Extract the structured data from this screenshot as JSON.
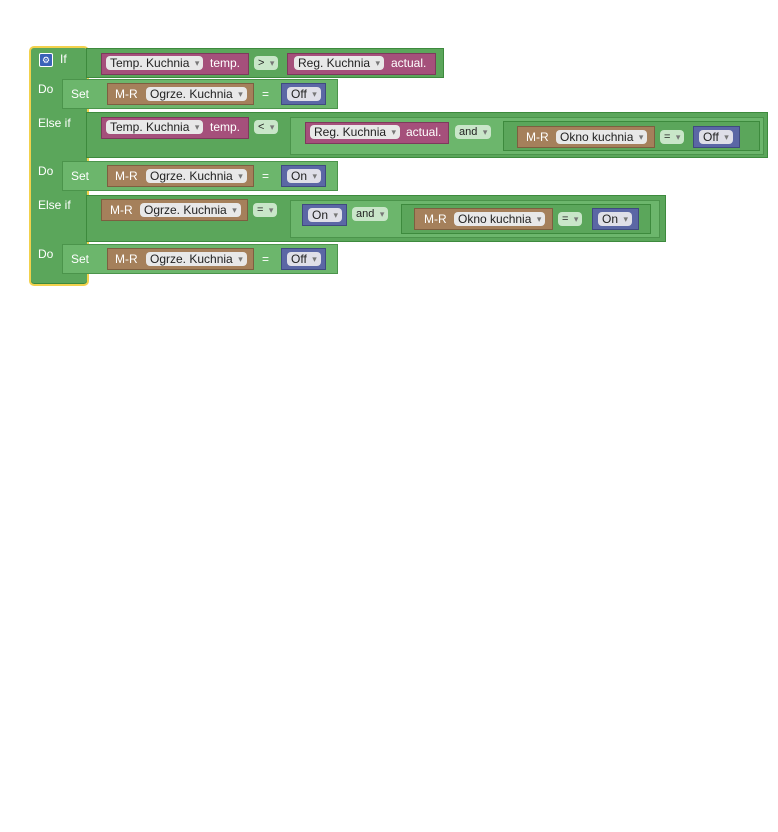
{
  "colors": {
    "control_block": "#5ba65b",
    "sensor_block": "#a5507b",
    "module_block": "#a5805b",
    "state_block": "#5b67a5",
    "selection_outline": "#f2d14c"
  },
  "icons": {
    "settings": "gear-icon"
  },
  "if_block": {
    "if_label": "If",
    "do_label": "Do",
    "else_if_label": "Else if",
    "branches": [
      {
        "condition": {
          "left_device": "Temp. Kuchnia",
          "left_attr": "temp.",
          "operator": ">",
          "right_device": "Reg. Kuchnia",
          "right_attr": "actual."
        },
        "action": {
          "set_label": "Set",
          "module_label": "M-R",
          "device": "Ogrze. Kuchnia",
          "eq": "=",
          "value": "Off"
        }
      },
      {
        "condition": {
          "left_device": "Temp. Kuchnia",
          "left_attr": "temp.",
          "operator": "<",
          "right_device": "Reg. Kuchnia",
          "right_attr": "actual.",
          "logic": "and",
          "compare_module": "M-R",
          "compare_device": "Okno kuchnia",
          "compare_op": "=",
          "compare_value": "Off"
        },
        "action": {
          "set_label": "Set",
          "module_label": "M-R",
          "device": "Ogrze. Kuchnia",
          "eq": "=",
          "value": "On"
        }
      },
      {
        "condition": {
          "left_module": "M-R",
          "left_device": "Ogrze. Kuchnia",
          "operator": "=",
          "first_value": "On",
          "logic": "and",
          "compare_module": "M-R",
          "compare_device": "Okno kuchnia",
          "compare_op": "=",
          "compare_value": "On"
        },
        "action": {
          "set_label": "Set",
          "module_label": "M-R",
          "device": "Ogrze. Kuchnia",
          "eq": "=",
          "value": "Off"
        }
      }
    ]
  }
}
